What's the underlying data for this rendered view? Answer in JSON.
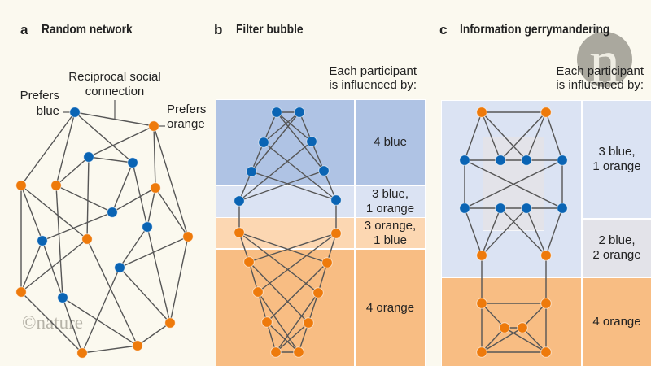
{
  "colors": {
    "background": "#fbf9ef",
    "prefers_blue": "#0a64b4",
    "prefers_orange": "#ee7a0b",
    "edge": "#565656",
    "region_4_blue": "#afc3e4",
    "region_3_blue_1_orange": "#dbe3f3",
    "region_3_orange_1_blue": "#fcd7b2",
    "region_4_orange": "#f8bd83",
    "region_2_blue_2_orange": "#e3e3e9"
  },
  "panels": {
    "a": {
      "letter": "a",
      "title": "Random network",
      "annotations": {
        "reciprocal_connection": [
          "Reciprocal social",
          "connection"
        ],
        "prefers_blue": [
          "Prefers",
          "blue"
        ],
        "prefers_orange": [
          "Prefers",
          "orange"
        ]
      },
      "nodes": [
        {
          "id": "a1",
          "prefers": "blue"
        },
        {
          "id": "a2",
          "prefers": "orange"
        },
        {
          "id": "a3",
          "prefers": "blue"
        },
        {
          "id": "a4",
          "prefers": "blue"
        },
        {
          "id": "a5",
          "prefers": "orange"
        },
        {
          "id": "a6",
          "prefers": "orange"
        },
        {
          "id": "a7",
          "prefers": "orange"
        },
        {
          "id": "a8",
          "prefers": "blue"
        },
        {
          "id": "a9",
          "prefers": "blue"
        },
        {
          "id": "a10",
          "prefers": "orange"
        },
        {
          "id": "a11",
          "prefers": "blue"
        },
        {
          "id": "a12",
          "prefers": "orange"
        },
        {
          "id": "a13",
          "prefers": "blue"
        },
        {
          "id": "a14",
          "prefers": "orange"
        },
        {
          "id": "a15",
          "prefers": "blue"
        },
        {
          "id": "a16",
          "prefers": "orange"
        },
        {
          "id": "a17",
          "prefers": "orange"
        },
        {
          "id": "a18",
          "prefers": "orange"
        }
      ],
      "edges": [
        [
          "a1",
          "a2"
        ],
        [
          "a1",
          "a5"
        ],
        [
          "a1",
          "a6"
        ],
        [
          "a1",
          "a4"
        ],
        [
          "a2",
          "a3"
        ],
        [
          "a2",
          "a7"
        ],
        [
          "a2",
          "a10"
        ],
        [
          "a3",
          "a4"
        ],
        [
          "a3",
          "a6"
        ],
        [
          "a3",
          "a12"
        ],
        [
          "a4",
          "a8"
        ],
        [
          "a4",
          "a9"
        ],
        [
          "a6",
          "a8"
        ],
        [
          "a6",
          "a15"
        ],
        [
          "a7",
          "a8"
        ],
        [
          "a7",
          "a9"
        ],
        [
          "a7",
          "a10"
        ],
        [
          "a5",
          "a11"
        ],
        [
          "a5",
          "a12"
        ],
        [
          "a5",
          "a14"
        ],
        [
          "a8",
          "a11"
        ],
        [
          "a11",
          "a14"
        ],
        [
          "a11",
          "a15"
        ],
        [
          "a12",
          "a14"
        ],
        [
          "a12",
          "a17"
        ],
        [
          "a9",
          "a13"
        ],
        [
          "a9",
          "a16"
        ],
        [
          "a10",
          "a13"
        ],
        [
          "a10",
          "a16"
        ],
        [
          "a13",
          "a18"
        ],
        [
          "a13",
          "a16"
        ],
        [
          "a14",
          "a18"
        ],
        [
          "a15",
          "a18"
        ],
        [
          "a15",
          "a17"
        ],
        [
          "a17",
          "a18"
        ],
        [
          "a17",
          "a16"
        ]
      ]
    },
    "b": {
      "letter": "b",
      "title": "Filter bubble",
      "influence_header": [
        "Each participant",
        "is influenced by:"
      ],
      "regions": [
        {
          "label_lines": [
            "4 blue"
          ],
          "fill": "#afc3e4"
        },
        {
          "label_lines": [
            "3 blue,",
            "1 orange"
          ],
          "fill": "#dbe3f3"
        },
        {
          "label_lines": [
            "3 orange,",
            "1 blue"
          ],
          "fill": "#fcd7b2"
        },
        {
          "label_lines": [
            "4 orange"
          ],
          "fill": "#f8bd83"
        }
      ],
      "nodes": [
        {
          "id": "b1",
          "prefers": "blue"
        },
        {
          "id": "b2",
          "prefers": "blue"
        },
        {
          "id": "b3",
          "prefers": "blue"
        },
        {
          "id": "b4",
          "prefers": "blue"
        },
        {
          "id": "b5",
          "prefers": "blue"
        },
        {
          "id": "b6",
          "prefers": "blue"
        },
        {
          "id": "b7",
          "prefers": "blue"
        },
        {
          "id": "b8",
          "prefers": "blue"
        },
        {
          "id": "b9",
          "prefers": "orange"
        },
        {
          "id": "b10",
          "prefers": "orange"
        },
        {
          "id": "b11",
          "prefers": "orange"
        },
        {
          "id": "b12",
          "prefers": "orange"
        },
        {
          "id": "b13",
          "prefers": "orange"
        },
        {
          "id": "b14",
          "prefers": "orange"
        },
        {
          "id": "b15",
          "prefers": "orange"
        },
        {
          "id": "b16",
          "prefers": "orange"
        },
        {
          "id": "b17",
          "prefers": "orange"
        },
        {
          "id": "b18",
          "prefers": "orange"
        }
      ],
      "edges": [
        [
          "b1",
          "b2"
        ],
        [
          "b1",
          "b3"
        ],
        [
          "b1",
          "b4"
        ],
        [
          "b1",
          "b6"
        ],
        [
          "b2",
          "b3"
        ],
        [
          "b2",
          "b4"
        ],
        [
          "b2",
          "b5"
        ],
        [
          "b3",
          "b5"
        ],
        [
          "b3",
          "b8"
        ],
        [
          "b4",
          "b6"
        ],
        [
          "b4",
          "b7"
        ],
        [
          "b5",
          "b7"
        ],
        [
          "b5",
          "b8"
        ],
        [
          "b6",
          "b7"
        ],
        [
          "b6",
          "b8"
        ],
        [
          "b7",
          "b9"
        ],
        [
          "b8",
          "b10"
        ],
        [
          "b9",
          "b11"
        ],
        [
          "b9",
          "b12"
        ],
        [
          "b9",
          "b14"
        ],
        [
          "b10",
          "b12"
        ],
        [
          "b10",
          "b11"
        ],
        [
          "b10",
          "b13"
        ],
        [
          "b11",
          "b13"
        ],
        [
          "b11",
          "b16"
        ],
        [
          "b12",
          "b14"
        ],
        [
          "b12",
          "b15"
        ],
        [
          "b13",
          "b15"
        ],
        [
          "b13",
          "b18"
        ],
        [
          "b14",
          "b16"
        ],
        [
          "b14",
          "b17"
        ],
        [
          "b15",
          "b17"
        ],
        [
          "b15",
          "b18"
        ],
        [
          "b16",
          "b17"
        ],
        [
          "b16",
          "b18"
        ],
        [
          "b17",
          "b18"
        ]
      ]
    },
    "c": {
      "letter": "c",
      "title": "Information gerrymandering",
      "influence_header": [
        "Each participant",
        "is influenced by:"
      ],
      "regions": [
        {
          "label_lines": [
            "3 blue,",
            "1 orange"
          ],
          "fill": "#dbe3f3"
        },
        {
          "label_lines": [
            "2 blue,",
            "2 orange"
          ],
          "fill": "#e3e3e9"
        },
        {
          "label_lines": [
            "4 orange"
          ],
          "fill": "#f8bd83"
        }
      ],
      "nodes": [
        {
          "id": "c1",
          "prefers": "orange"
        },
        {
          "id": "c2",
          "prefers": "orange"
        },
        {
          "id": "c3",
          "prefers": "blue"
        },
        {
          "id": "c4",
          "prefers": "blue"
        },
        {
          "id": "c5",
          "prefers": "blue"
        },
        {
          "id": "c6",
          "prefers": "blue"
        },
        {
          "id": "c7",
          "prefers": "blue"
        },
        {
          "id": "c8",
          "prefers": "blue"
        },
        {
          "id": "c9",
          "prefers": "blue"
        },
        {
          "id": "c10",
          "prefers": "blue"
        },
        {
          "id": "c11",
          "prefers": "orange"
        },
        {
          "id": "c12",
          "prefers": "orange"
        },
        {
          "id": "c13",
          "prefers": "orange"
        },
        {
          "id": "c14",
          "prefers": "orange"
        },
        {
          "id": "c15",
          "prefers": "orange"
        },
        {
          "id": "c16",
          "prefers": "orange"
        },
        {
          "id": "c17",
          "prefers": "orange"
        },
        {
          "id": "c18",
          "prefers": "orange"
        }
      ],
      "edges": [
        [
          "c1",
          "c2"
        ],
        [
          "c1",
          "c3"
        ],
        [
          "c1",
          "c4"
        ],
        [
          "c1",
          "c5"
        ],
        [
          "c2",
          "c6"
        ],
        [
          "c2",
          "c5"
        ],
        [
          "c2",
          "c4"
        ],
        [
          "c3",
          "c4"
        ],
        [
          "c4",
          "c5"
        ],
        [
          "c5",
          "c6"
        ],
        [
          "c3",
          "c7"
        ],
        [
          "c6",
          "c10"
        ],
        [
          "c3",
          "c10"
        ],
        [
          "c6",
          "c7"
        ],
        [
          "c7",
          "c8"
        ],
        [
          "c8",
          "c9"
        ],
        [
          "c9",
          "c10"
        ],
        [
          "c7",
          "c11"
        ],
        [
          "c8",
          "c11"
        ],
        [
          "c9",
          "c11"
        ],
        [
          "c8",
          "c12"
        ],
        [
          "c9",
          "c12"
        ],
        [
          "c10",
          "c12"
        ],
        [
          "c11",
          "c13"
        ],
        [
          "c12",
          "c14"
        ],
        [
          "c13",
          "c14"
        ],
        [
          "c13",
          "c15"
        ],
        [
          "c13",
          "c17"
        ],
        [
          "c14",
          "c16"
        ],
        [
          "c14",
          "c18"
        ],
        [
          "c15",
          "c16"
        ],
        [
          "c15",
          "c17"
        ],
        [
          "c15",
          "c18"
        ],
        [
          "c16",
          "c17"
        ],
        [
          "c16",
          "c18"
        ],
        [
          "c17",
          "c18"
        ]
      ]
    }
  },
  "watermark": "©nature",
  "logo_letter": "n"
}
